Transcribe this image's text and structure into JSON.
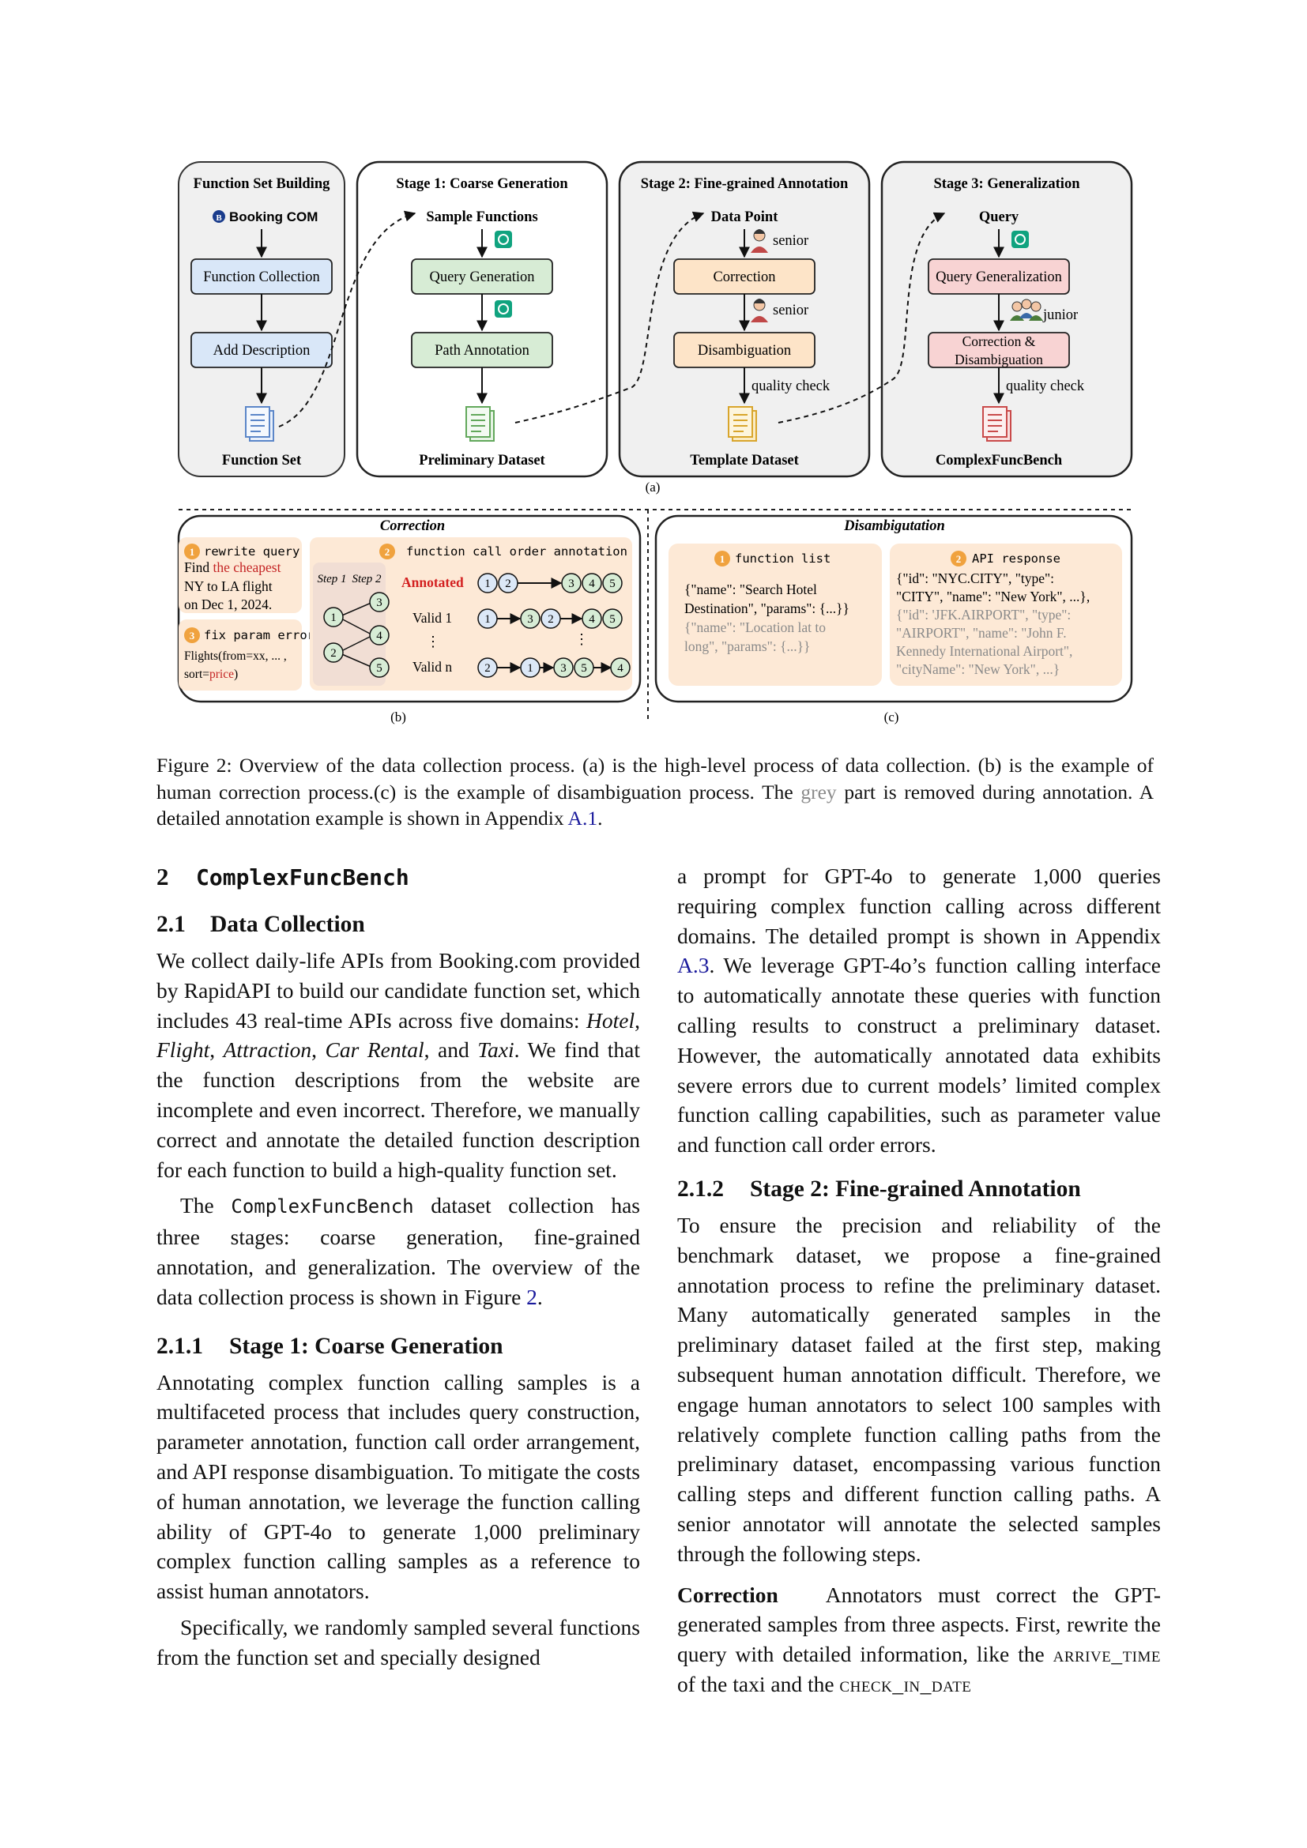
{
  "figure": {
    "panel_a": {
      "titles": [
        "Function Set Building",
        "Stage 1:   Coarse Generation",
        "Stage 2:   Fine-grained Annotation",
        "Stage 3:   Generalization"
      ],
      "booking": "Booking COM",
      "function_collection": "Function Collection",
      "add_description": "Add Description",
      "function_set": "Function Set",
      "sample_functions": "Sample Functions",
      "query_generation": "Query Generation",
      "path_annotation": "Path Annotation",
      "preliminary_dataset": "Preliminary Dataset",
      "data_point": "Data Point",
      "senior": "senior",
      "correction": "Correction",
      "disambiguation": "Disambiguation",
      "quality_check": "quality check",
      "template_dataset": "Template Dataset",
      "query": "Query",
      "query_generalization": "Query Generalization",
      "junior": "junior",
      "corr_disamb_1": "Correction &",
      "corr_disamb_2": "Disambiguation",
      "complexfuncbench": "ComplexFuncBench",
      "label": "(a)"
    },
    "panel_b": {
      "title": "Correction",
      "rewrite_query": "rewrite query",
      "rq_line1_pre": "Find ",
      "rq_line1_red": "the cheapest",
      "rq_line2": "NY to LA flight",
      "rq_line3": "on Dec 1, 2024.",
      "fix_param": "fix param error",
      "fp_line1": "Flights(from=xx, ... ,",
      "fp_line2_pre": "sort=",
      "fp_line2_red": "price",
      "fp_line2_post": ")",
      "order_title": "function call order annotation",
      "step1": "Step 1",
      "step2": "Step 2",
      "annotated": "Annotated",
      "valid1": "Valid 1",
      "validn": "Valid n",
      "label": "(b)"
    },
    "panel_c": {
      "title": "Disambigutation",
      "function_list": "function list",
      "fl_line1": "{\"name\": \"Search Hotel",
      "fl_line2": "Destination\", \"params\": {...}}",
      "fl_grey1": "{\"name\": \"Location lat to",
      "fl_grey2": "long\", \"params\": {...}}",
      "api_response": "API response",
      "ar_line1": "{\"id\": \"NYC.CITY\", \"type\":",
      "ar_line2": "\"CITY\", \"name\": \"New York\", ...},",
      "ar_grey1": "{\"id\": 'JFK.AIRPORT\", \"type\":",
      "ar_grey2": "\"AIRPORT\", \"name\": \"John F.",
      "ar_grey3": "Kennedy International Airport\",",
      "ar_grey4": "\"cityName\": \"New York\", ...}",
      "label": "(c)"
    }
  },
  "caption": {
    "p1": "Figure 2:  Overview of the data collection process.  (a) is the high-level process of data collection.  (b) is the example of human correction process.(c) is the example of disambiguation process. The ",
    "grey": "grey",
    "p2": " part is removed during annotation. A detailed annotation example is shown in Appendix ",
    "ref": "A.1",
    "p3": "."
  },
  "section": {
    "num": "2",
    "title": "ComplexFuncBench"
  },
  "s21": {
    "num": "2.1",
    "title": "Data Collection"
  },
  "s21_p1_a": "We collect daily-life APIs from Booking.com provided by RapidAPI to build our candidate function set, which includes 43 real-time APIs across five domains: ",
  "dom_hotel": "Hotel",
  "dom_flight": "Flight",
  "dom_attraction": "Attraction",
  "dom_car": "Car Rental",
  "dom_taxi": "Taxi",
  "s21_p1_b": ". We find that the function descriptions from the website are incomplete and even incorrect. Therefore, we manually correct and annotate the detailed function description for each function to build a high-quality function set.",
  "s21_p2_a": "The ",
  "s21_p2_code": "ComplexFuncBench",
  "s21_p2_b": " dataset collection has three stages: coarse generation, fine-grained annotation, and generalization. The overview of the data collection process is shown in Figure ",
  "s21_p2_ref": "2",
  "s21_p2_c": ".",
  "s211": {
    "num": "2.1.1",
    "title": "Stage 1: Coarse Generation"
  },
  "s211_p1": "Annotating complex function calling samples is a multifaceted process that includes query construction, parameter annotation, function call order arrangement, and API response disambiguation. To mitigate the costs of human annotation, we leverage the function calling ability of GPT-4o to generate 1,000 preliminary complex function calling samples as a reference to assist human annotators.",
  "s211_p2": "Specifically, we randomly sampled several functions from the function set and specially designed",
  "r_p1_a": "a prompt for GPT-4o to generate 1,000 queries requiring complex function calling across different domains. The detailed prompt is shown in Appendix ",
  "r_p1_ref": "A.3",
  "r_p1_b": ". We leverage GPT-4o’s function calling interface to automatically annotate these queries with function calling results to construct a preliminary dataset. However, the automatically annotated data exhibits severe errors due to current models’ limited complex function calling capabilities, such as parameter value and function call order errors.",
  "s212": {
    "num": "2.1.2",
    "title": "Stage 2: Fine-grained Annotation"
  },
  "s212_p1": "To ensure the precision and reliability of the benchmark dataset, we propose a fine-grained annotation process to refine the preliminary dataset. Many automatically generated samples in the preliminary dataset failed at the first step, making subsequent human annotation difficult. Therefore, we engage human annotators to select 100 samples with relatively complete function calling paths from the preliminary dataset, encompassing various function calling steps and different function calling paths. A senior annotator will annotate the selected samples through the following steps.",
  "corr_head": "Correction",
  "corr_a": "Annotators must correct the GPT-generated samples from three aspects. First, rewrite the query with detailed information, like the ",
  "corr_sc1": "arrive_time",
  "corr_b": " of the taxi and the ",
  "corr_sc2": "check_in_date"
}
